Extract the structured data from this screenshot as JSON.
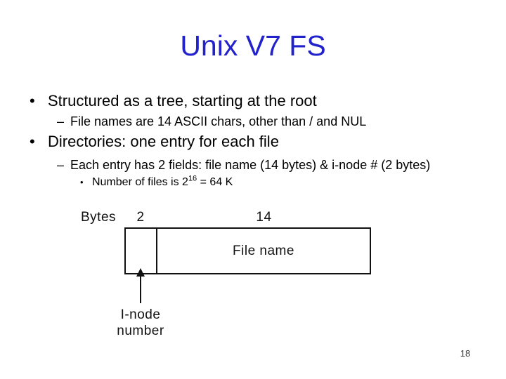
{
  "slide": {
    "title": "Unix V7 FS",
    "page_number": "18"
  },
  "colors": {
    "title_blue": "#2222CC",
    "body_text": "#000000",
    "diagram_line": "#111111",
    "background": "#FFFFFF"
  },
  "markers": {
    "level1": "•",
    "level2": "–",
    "level3": "•"
  },
  "bullets": {
    "b1": "Structured as a tree, starting at the root",
    "b1_sub": "File names are 14 ASCII chars, other than / and NUL",
    "b2": "Directories: one entry for each file",
    "b2_sub": "Each entry has 2 fields: file name (14 bytes) & i-node # (2 bytes)",
    "b2_sub_sub_pre": "Number of files is 2",
    "b2_sub_sub_sup": "16",
    "b2_sub_sub_post": " = 64 K"
  },
  "diagram": {
    "bytes_label": "Bytes",
    "inode_field_bytes": "2",
    "filename_field_bytes": "14",
    "filename_field_label": "File name",
    "arrow_label_line1": "I-node",
    "arrow_label_line2": "number"
  }
}
